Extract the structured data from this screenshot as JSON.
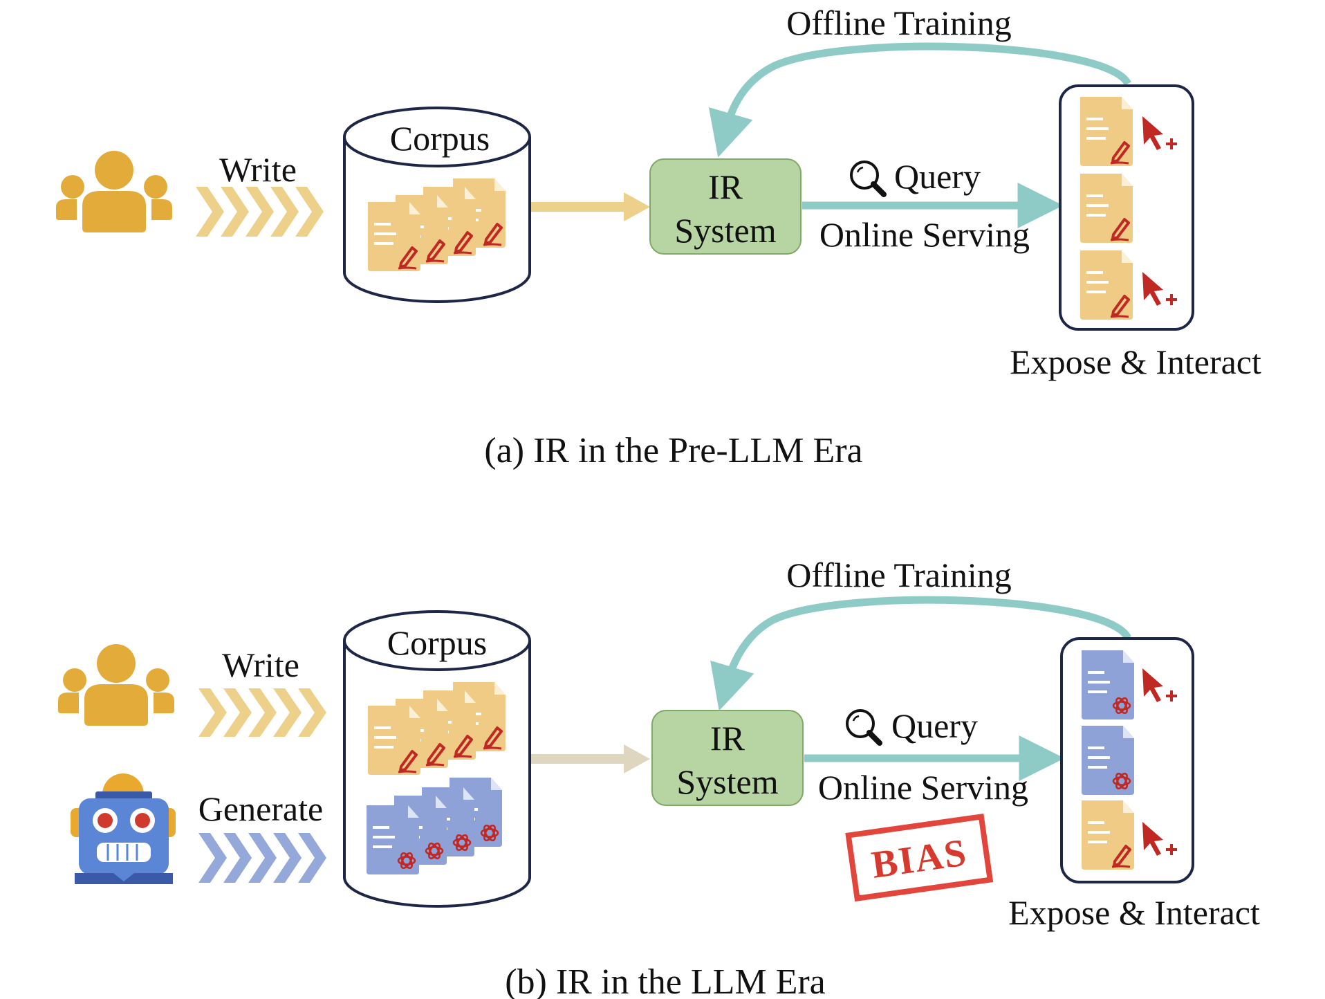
{
  "colors": {
    "human": "#e3ab3a",
    "human_arrow": "#edd08a",
    "llm_arrow": "#94a8da",
    "doc_human": "#efcb86",
    "doc_llm": "#8fa2d8",
    "ir_box": "#b7d5a2",
    "ir_border": "#7ea966",
    "teal": "#8ecbc6",
    "navy": "#1d2646",
    "red": "#c02823",
    "bias": "#e2453b"
  },
  "icons": [
    "users-icon",
    "robot-icon",
    "document-icon",
    "pen-icon",
    "llm-logo-icon",
    "cursor-plus-icon",
    "magnifier-icon"
  ],
  "panel_a": {
    "caption": "(a)  IR in the Pre-LLM Era",
    "write_label": "Write",
    "corpus_label": "Corpus",
    "ir_line1": "IR",
    "ir_line2": "System",
    "query_label": "Query",
    "online_label": "Online Serving",
    "offline_label": "Offline Training",
    "expose_label": "Expose & Interact"
  },
  "panel_b": {
    "caption": "(b)  IR in the LLM Era",
    "write_label": "Write",
    "generate_label": "Generate",
    "corpus_label": "Corpus",
    "ir_line1": "IR",
    "ir_line2": "System",
    "query_label": "Query",
    "online_label": "Online Serving",
    "offline_label": "Offline Training",
    "expose_label": "Expose & Interact",
    "bias_label": "BIAS"
  }
}
